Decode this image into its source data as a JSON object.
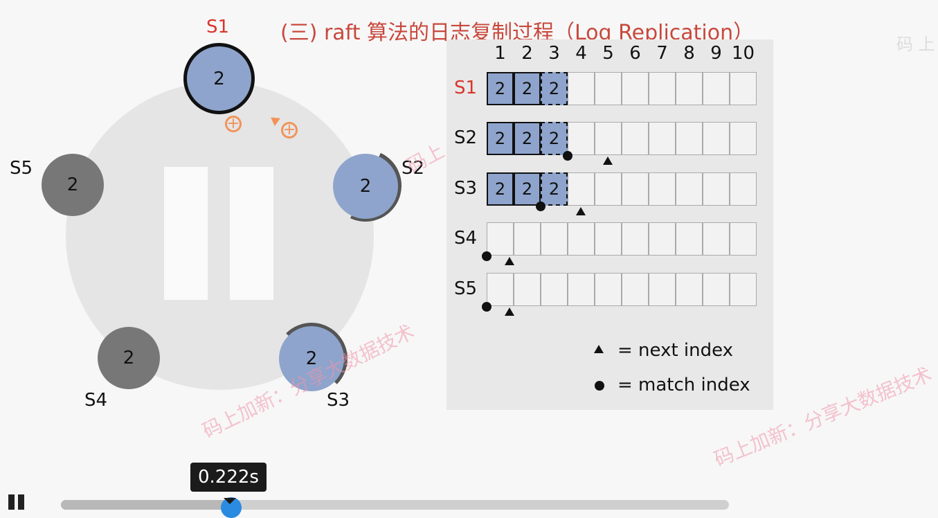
{
  "title": "(三) raft 算法的日志复制过程（Log Replication）",
  "corner_watermark": "码 上",
  "nodes": {
    "s1": {
      "label": "S1",
      "term": "2",
      "state": "leader"
    },
    "s2": {
      "label": "S2",
      "term": "2",
      "state": "follower"
    },
    "s3": {
      "label": "S3",
      "term": "2",
      "state": "follower"
    },
    "s4": {
      "label": "S4",
      "term": "2",
      "state": "offline"
    },
    "s5": {
      "label": "S5",
      "term": "2",
      "state": "offline"
    }
  },
  "log_table": {
    "columns": [
      "1",
      "2",
      "3",
      "4",
      "5",
      "6",
      "7",
      "8",
      "9",
      "10"
    ],
    "rows": [
      {
        "label": "S1",
        "entries": [
          "2",
          "2",
          "2"
        ],
        "pending_from": 3
      },
      {
        "label": "S2",
        "entries": [
          "2",
          "2",
          "2"
        ],
        "pending_from": 3
      },
      {
        "label": "S3",
        "entries": [
          "2",
          "2",
          "2"
        ],
        "pending_from": 3
      },
      {
        "label": "S4",
        "entries": [],
        "pending_from": 0
      },
      {
        "label": "S5",
        "entries": [],
        "pending_from": 0
      }
    ]
  },
  "legend": {
    "next": "= next index",
    "match": "= match index"
  },
  "watermarks": {
    "wm1": "码上加新：分享大数据技术",
    "wm2": "码上加新：分享大数据技术",
    "wm3": "码上",
    "wm4": "大数据技术"
  },
  "player": {
    "time": "0.222s",
    "progress": 0.255
  },
  "colors": {
    "accent_red": "#d9342b",
    "node_blue": "#8ea4cc",
    "message_orange": "#f2935a",
    "knob_blue": "#2b8be0"
  }
}
